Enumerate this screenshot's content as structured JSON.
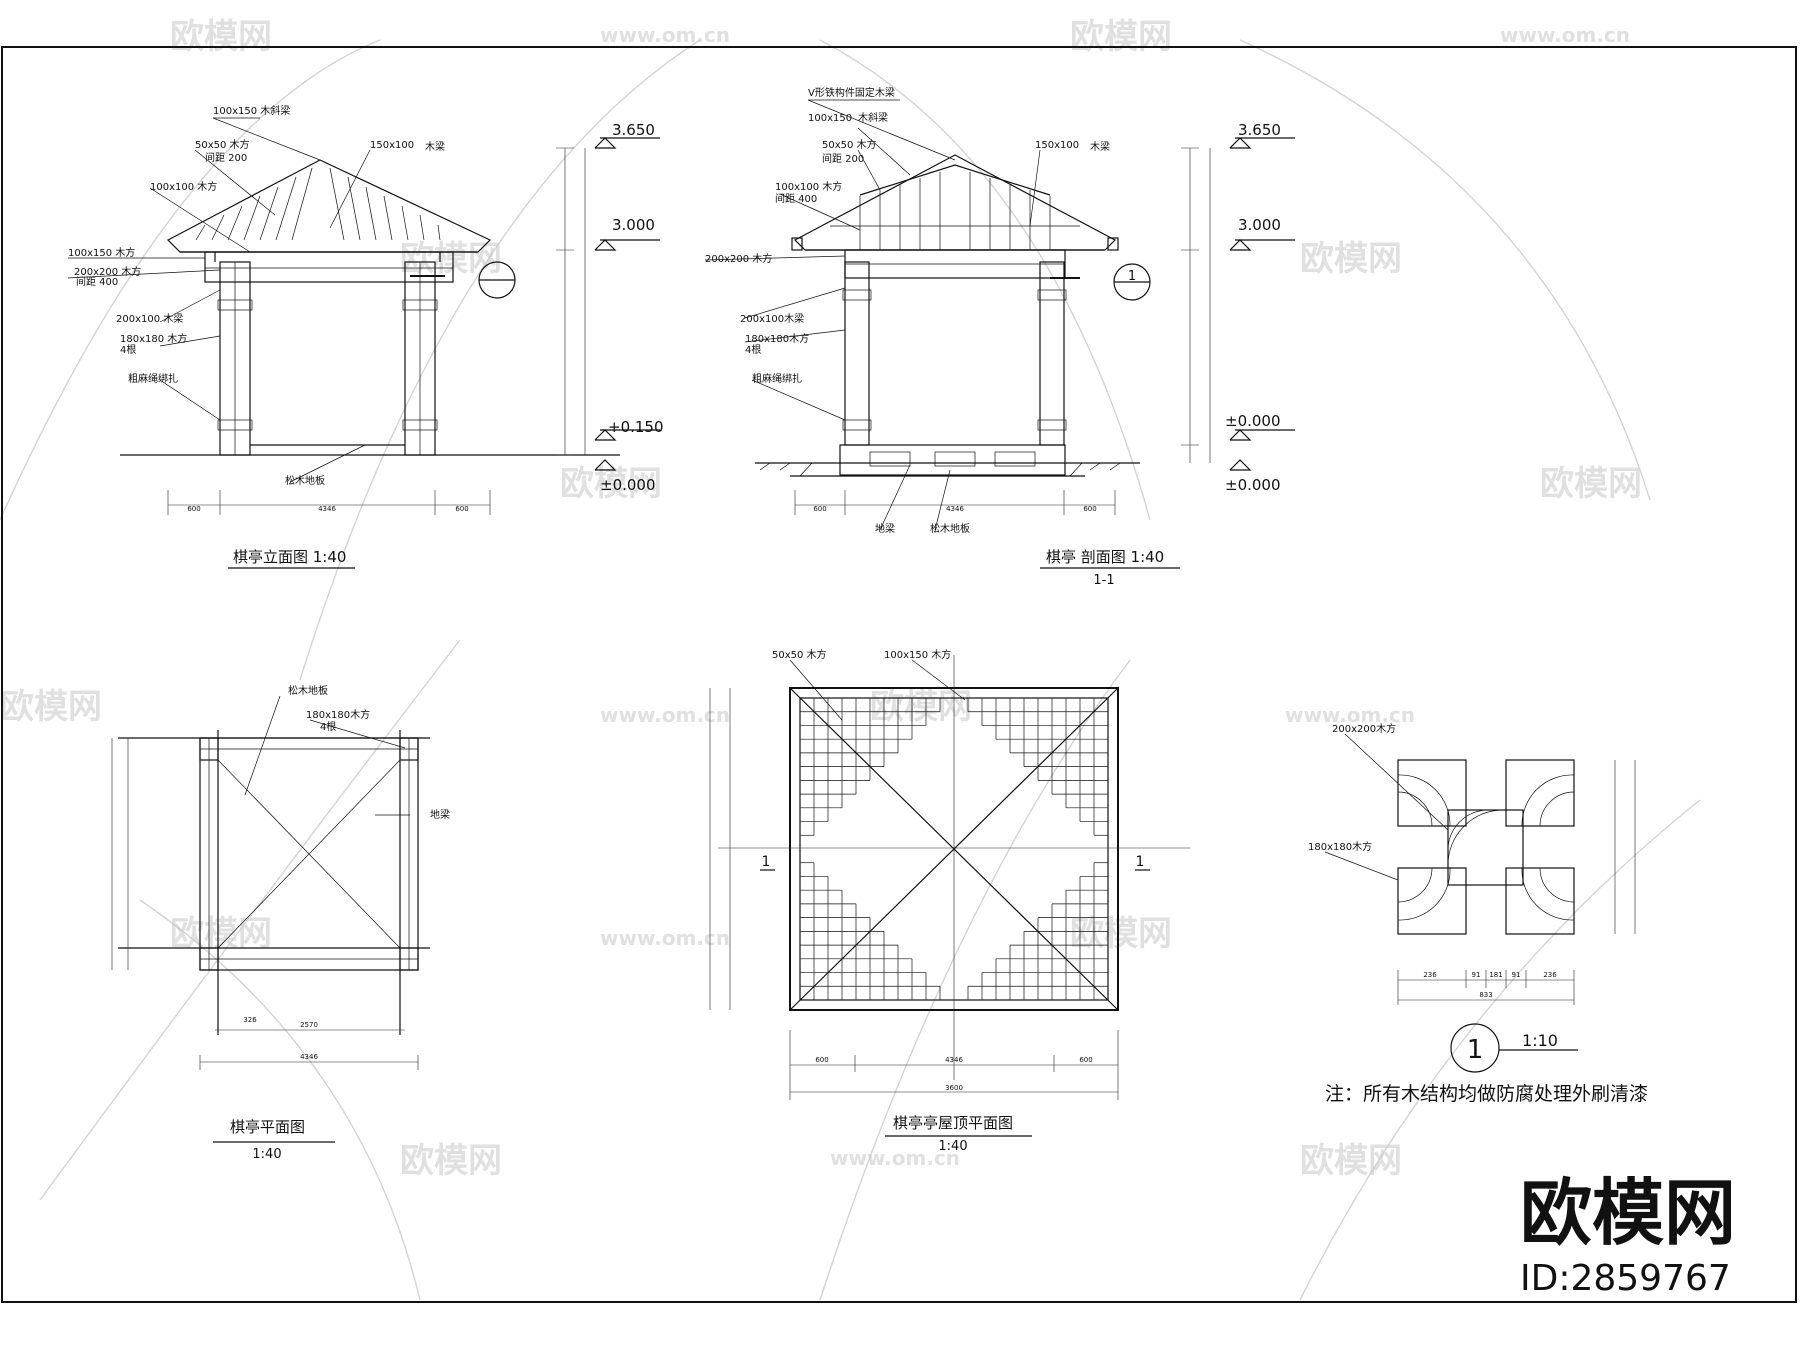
{
  "watermark": {
    "brand": "欧模网",
    "url": "www.om.cn",
    "id_label": "ID:2859767"
  },
  "elevation": {
    "title": "棋亭立面图 1:40",
    "callouts": [
      "100x150 木斜梁",
      "50x50 木方",
      "间距 200",
      "100x100 木方",
      "150x100",
      "木梁",
      "100x150 木方",
      "200x200 木方",
      "间距 400",
      "200x100 木梁",
      "180x180 木方",
      "4根",
      "粗麻绳绑扎",
      "松木地板"
    ],
    "levels": [
      "3.650",
      "3.000",
      "+0.150",
      "±0.000"
    ],
    "dims_bottom": [
      "600",
      "4346",
      "600"
    ]
  },
  "section": {
    "title": "棋亭 剖面图 1:40",
    "subtitle": "1-1",
    "callouts": [
      "V形铁构件固定木梁",
      "100x150",
      "木斜梁",
      "50x50 木方",
      "间距 200",
      "100x100 木方",
      "间距 400",
      "150x100",
      "木梁",
      "200x200 木方",
      "200x100木梁",
      "180x180木方",
      "4根",
      "粗麻绳绑扎",
      "地梁",
      "松木地板"
    ],
    "levels": [
      "3.650",
      "3.000",
      "±0.000",
      "±0.000"
    ],
    "dims_bottom": [
      "600",
      "4346",
      "600"
    ]
  },
  "plan": {
    "title": "棋亭平面图",
    "scale": "1:40",
    "callouts": [
      "松木地板",
      "180x180木方",
      "4根",
      "地梁"
    ],
    "dims": [
      "326",
      "2570",
      "4346"
    ]
  },
  "roof": {
    "title": "棋亭亭屋顶平面图",
    "scale": "1:40",
    "callouts": [
      "50x50 木方",
      "100x150 木方"
    ],
    "section_marks": [
      "1",
      "1"
    ],
    "dims": [
      "600",
      "4346",
      "600",
      "3600"
    ]
  },
  "detail": {
    "callouts": [
      "200x200木方",
      "180x180木方"
    ],
    "marker": "1",
    "scale": "1:10",
    "dims": [
      "236",
      "91",
      "181",
      "91",
      "236",
      "833"
    ]
  },
  "note": "注：所有木结构均做防腐处理外刷清漆"
}
